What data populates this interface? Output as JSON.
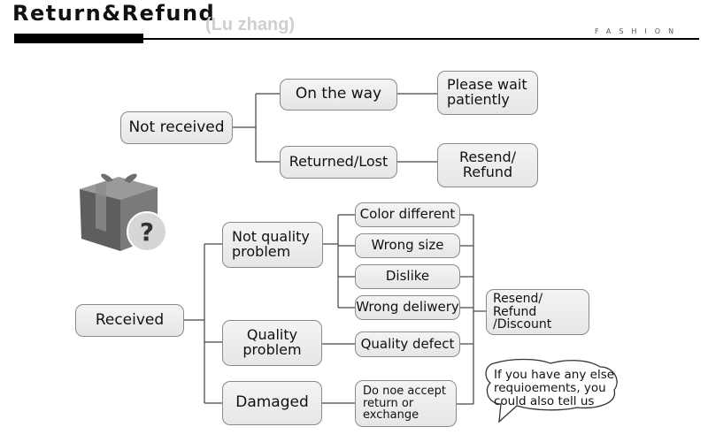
{
  "header": {
    "title": "Return&Refund",
    "watermark": "(Lu zhang)",
    "brand": "FASHION"
  },
  "flow": {
    "not_received": {
      "label": "Not received",
      "on_the_way": "On the way",
      "please_wait": "Please wait\npatiently",
      "returned_lost": "Returned/Lost",
      "resend_refund": "Resend/\nRefund"
    },
    "received": {
      "label": "Received",
      "not_quality_problem": "Not quality\nproblem",
      "color_different": "Color different",
      "wrong_size": "Wrong size",
      "dislike": "Dislike",
      "wrong_delivery": "Wrong deliwery",
      "resend_refund_discount": "Resend/ Refund\n/Discount",
      "quality_problem": "Quality\nproblem",
      "quality_defect": "Quality defect",
      "damaged": "Damaged",
      "do_not_accept": "Do noe accept\nreturn or\nexchange"
    },
    "speech_bubble": "If you have any else\nrequioements, you\ncould also tell us"
  },
  "icons": {
    "gift": "gift-box-question-icon",
    "bubble": "speech-bubble-icon"
  }
}
